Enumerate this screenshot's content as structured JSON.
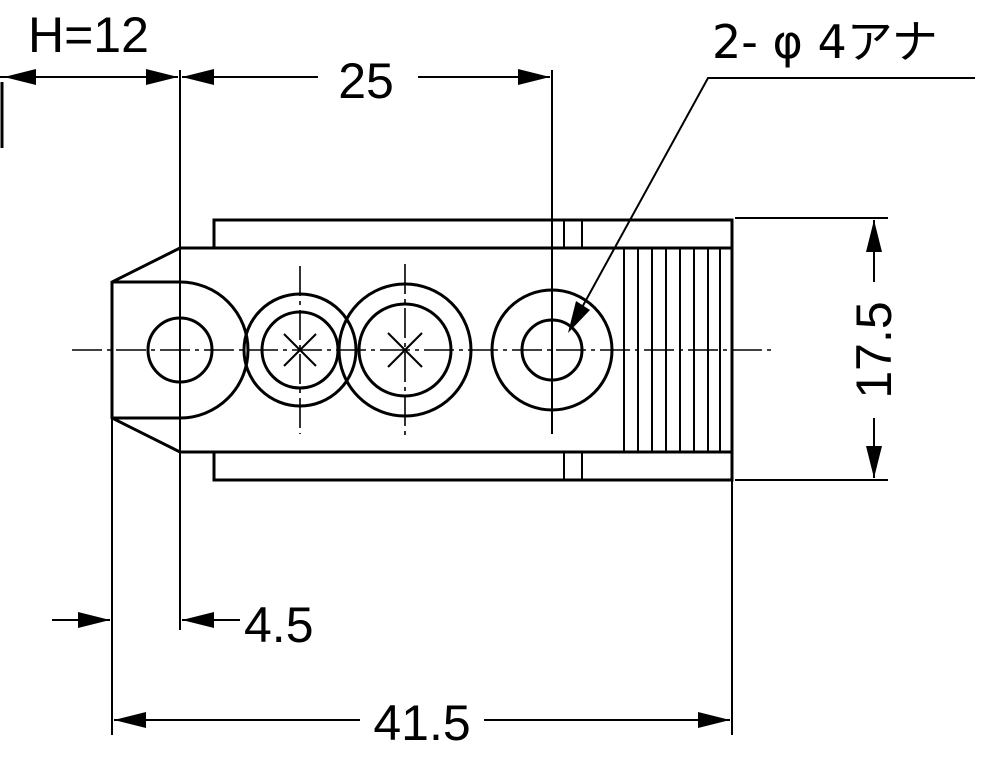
{
  "dimensions": {
    "h": "H=12",
    "pitch": "25",
    "height": "17.5",
    "offset": "4.5",
    "length": "41.5"
  },
  "note": "2- φ 4アナ"
}
